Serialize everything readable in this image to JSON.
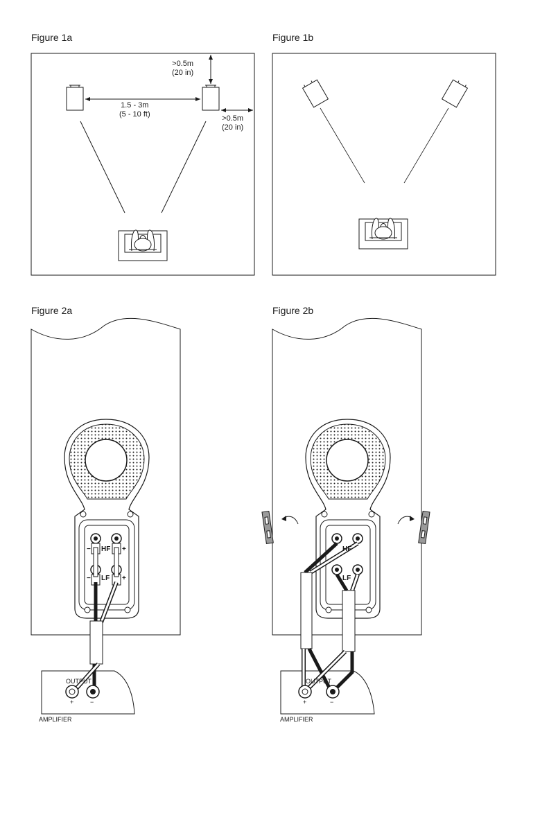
{
  "figures": {
    "fig1a": {
      "title": "Figure 1a",
      "wall_gap_top": ">0.5m",
      "wall_gap_top_in": "(20 in)",
      "spacing": "1.5 - 3m",
      "spacing_ft": "(5 - 10 ft)",
      "wall_gap_side": ">0.5m",
      "wall_gap_side_in": "(20 in)"
    },
    "fig1b": {
      "title": "Figure 1b"
    },
    "fig2a": {
      "title": "Figure 2a",
      "hf_label": "HF",
      "lf_label": "LF",
      "minus": "−",
      "plus": "+",
      "output_label": "OUTPUT",
      "amp_plus": "+",
      "amp_minus": "−",
      "amplifier_label": "AMPLIFIER"
    },
    "fig2b": {
      "title": "Figure 2b",
      "hf_label": "HF",
      "lf_label": "LF",
      "output_label": "OUTPUT",
      "amp_plus": "+",
      "amp_minus": "−",
      "amplifier_label": "AMPLIFIER"
    }
  },
  "colors": {
    "line": "#1a1a1a",
    "bracket_fill": "#9a9a9a"
  }
}
